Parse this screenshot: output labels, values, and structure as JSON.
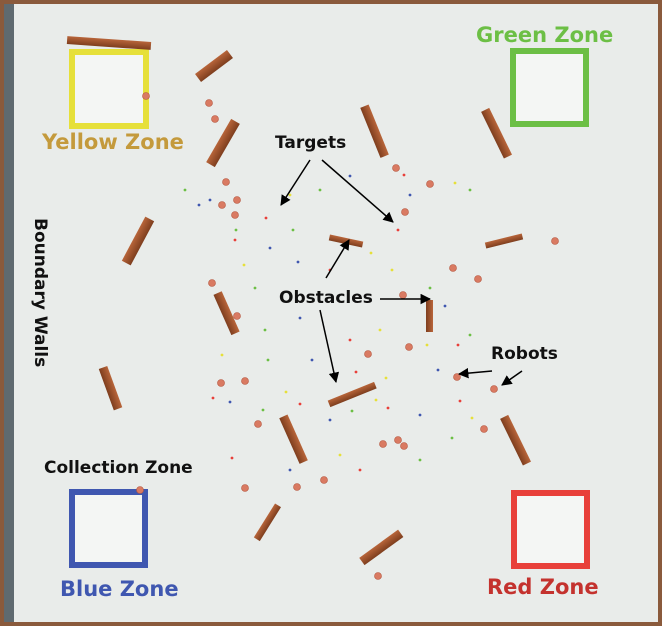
{
  "zones": {
    "yellow": {
      "label": "Yellow Zone",
      "color": "#e6e03a",
      "text_color": "#c49a3c"
    },
    "green": {
      "label": "Green Zone",
      "color": "#6cbf45",
      "text_color": "#6cbf45"
    },
    "blue": {
      "label": "Blue Zone",
      "color": "#3f57b0",
      "text_color": "#3f57b0"
    },
    "red": {
      "label": "Red Zone",
      "color": "#e8403a",
      "text_color": "#c4322e"
    }
  },
  "annotations": {
    "targets": "Targets",
    "obstacles": "Obstacles",
    "robots": "Robots",
    "collection_zone": "Collection Zone",
    "boundary_walls": "Boundary Walls"
  },
  "colors": {
    "floor": "#e9ecea",
    "frame": "#8a5a3c",
    "left_wall": "#5f6a70",
    "obstacle": "#a0522d",
    "robot": "#d97a62",
    "arrow": "#000000"
  }
}
